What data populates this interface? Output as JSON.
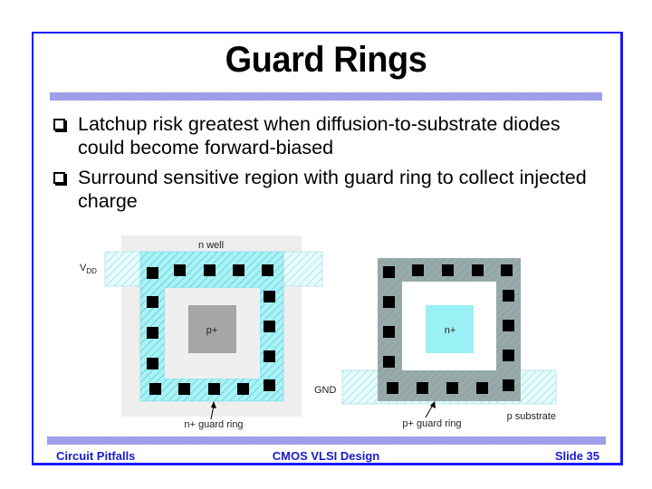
{
  "slide": {
    "title": "Guard Rings",
    "bullets": [
      "Latchup risk greatest when diffusion-to-substrate diodes could become forward-biased",
      "Surround sensitive region with guard ring to collect injected charge"
    ],
    "footer": {
      "left": "Circuit Pitfalls",
      "center": "CMOS VLSI Design",
      "right": "Slide 35"
    }
  },
  "diagram_left": {
    "well_label": "n well",
    "supply_label": "V",
    "supply_subscript": "DD",
    "center_label": "p+",
    "ring_label": "n+ guard ring"
  },
  "diagram_right": {
    "ground_label": "GND",
    "center_label": "n+",
    "ring_label": "p+ guard ring",
    "substrate_label": "p substrate"
  },
  "colors": {
    "frame_border": "#1a1aff",
    "footer_text": "#1a1acc",
    "metal_hatch": "#66e0e8",
    "n_plus_fill": "#99f0f5",
    "p_plus_fill": "#9aa6a6",
    "well_fill": "#eeeeee",
    "contact": "#000000"
  }
}
